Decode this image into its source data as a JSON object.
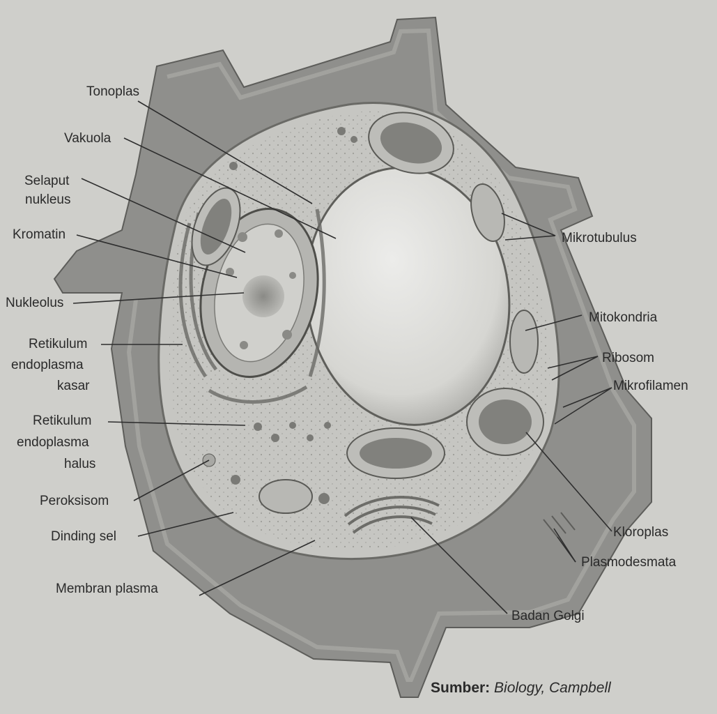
{
  "labels": {
    "tonoplas": "Tonoplas",
    "vakuola": "Vakuola",
    "selaput_nukleus_1": "Selaput",
    "selaput_nukleus_2": "nukleus",
    "kromatin": "Kromatin",
    "nukleolus": "Nukleolus",
    "rek_1": "Retikulum",
    "rek_2": "endoplasma",
    "rek_3": "kasar",
    "reh_1": "Retikulum",
    "reh_2": "endoplasma",
    "reh_3": "halus",
    "peroksisom": "Peroksisom",
    "dinding_sel": "Dinding sel",
    "membran_plasma": "Membran plasma",
    "mikrotubulus": "Mikrotubulus",
    "mitokondria": "Mitokondria",
    "ribosom": "Ribosom",
    "mikrofilamen": "Mikrofilamen",
    "kloroplas": "Kloroplas",
    "plasmodesmata": "Plasmodesmata",
    "badan_golgi": "Badan Golgi"
  },
  "source": {
    "prefix": "Sumber:",
    "text": "Biology, Campbell"
  }
}
